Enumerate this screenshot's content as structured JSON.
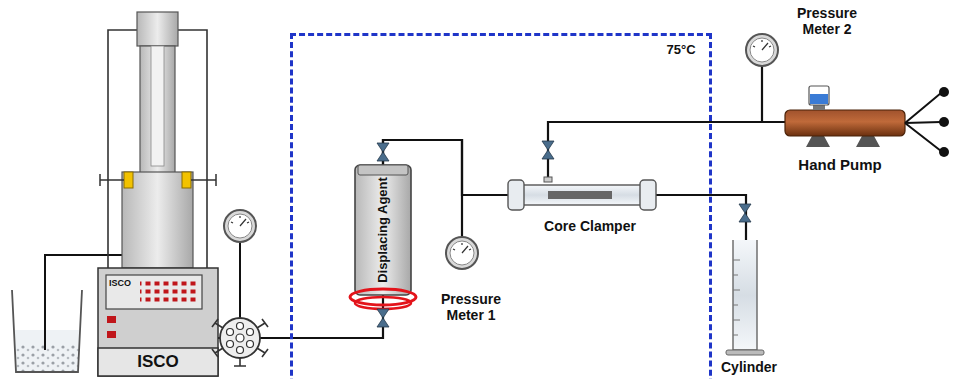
{
  "diagram": {
    "nodes": [
      {
        "text": [
          "ISCO",
          "ISCO"
        ]
      },
      {
        "text": [
          "75°C"
        ]
      },
      {
        "text": [
          "Displacing Agent"
        ],
        "in": 1
      },
      {
        "text": [
          "Pressure Meter 1"
        ],
        "in": 1
      },
      {
        "text": [
          "Core Clamper"
        ],
        "in": 1
      },
      {
        "text": [
          "Pressure Meter 2"
        ]
      },
      {
        "text": [
          "Hand Pump"
        ]
      },
      {
        "text": [
          "Cylinder"
        ]
      }
    ],
    "edges": [
      {
        "from": 0,
        "to": 2,
        "arrow": "none"
      },
      {
        "from": 2,
        "to": 4,
        "arrow": "none"
      },
      {
        "from": 2,
        "to": 3,
        "arrow": "none"
      },
      {
        "from": 6,
        "to": 4,
        "arrow": "none"
      },
      {
        "from": 6,
        "to": 5,
        "arrow": "none"
      },
      {
        "from": 4,
        "to": 7,
        "arrow": "none"
      }
    ]
  }
}
